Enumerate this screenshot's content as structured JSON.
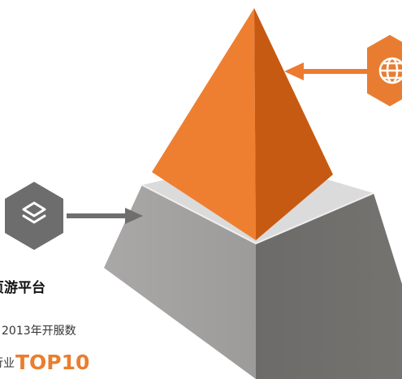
{
  "captions": {
    "title": "页游平台",
    "subtitle": "2013年开服数",
    "rank_prefix": "行业",
    "rank_value": "TOP10"
  },
  "icons": {
    "left_badge": "layers-icon",
    "right_badge": "globe-icon"
  },
  "colors": {
    "orange_light": "#ee7f31",
    "orange_dark": "#c75a12",
    "arrow_orange": "#ed7a30",
    "gray_dark": "#6e6e6e",
    "platform_top": "#dcdcdc"
  }
}
